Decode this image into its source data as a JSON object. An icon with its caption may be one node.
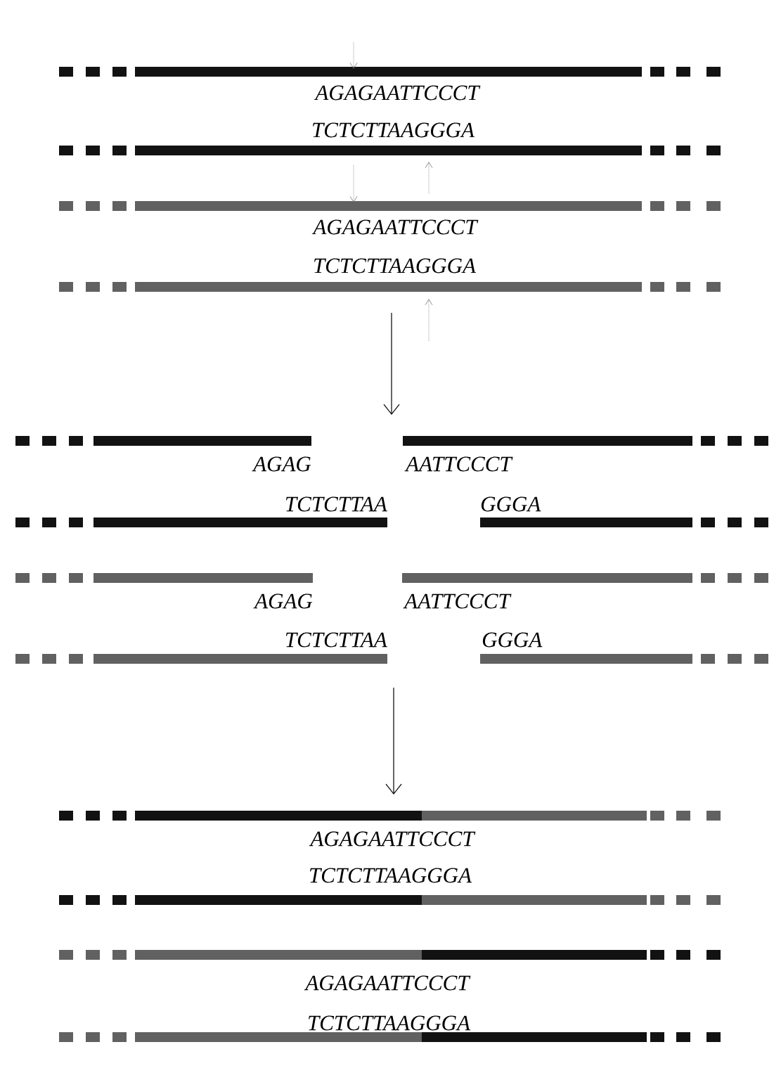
{
  "diagram": {
    "labels": [
      "AGAGAATTCCCT",
      "TCTCTTAAGGGA",
      "AGAGAATTCCCT",
      "TCTCTTAAGGGA",
      "AGAG",
      "AATTCCCT",
      "TCTCTTAA",
      "GGGA",
      "AGAG",
      "AATTCCCT",
      "TCTCTTAA",
      "GGGA",
      "AGAGAATTCCCT",
      "TCTCTTAAGGGA",
      "AGAGAATTCCCT",
      "TCTCTTAAGGGA"
    ]
  }
}
